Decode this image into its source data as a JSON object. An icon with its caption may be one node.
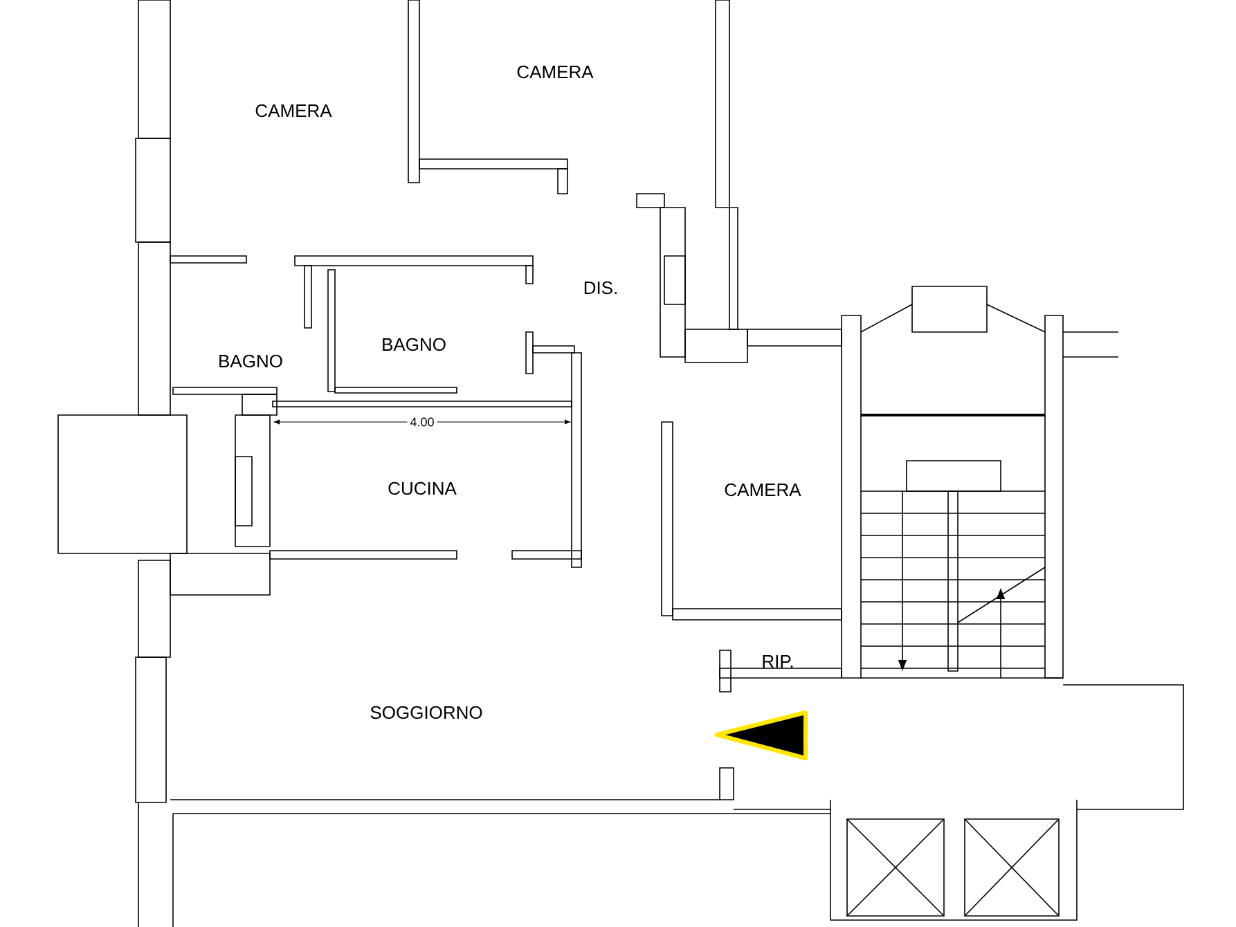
{
  "diagram": {
    "labels": [
      "CAMERA",
      "CAMERA",
      "DIS.",
      "BAGNO",
      "BAGNO",
      "4.00",
      "CUCINA",
      "CAMERA",
      "RIP.",
      "SOGGIORNO"
    ]
  }
}
